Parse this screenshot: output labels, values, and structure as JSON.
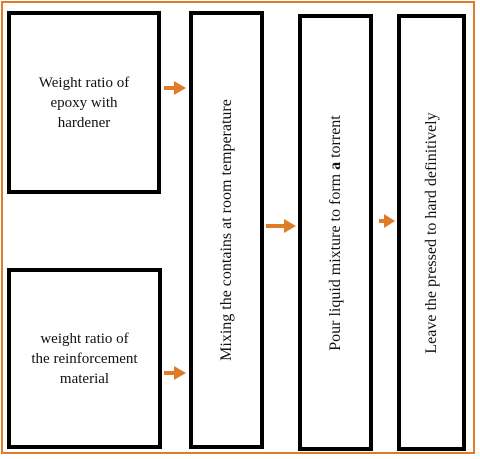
{
  "steps": {
    "epoxy": {
      "line1": "Weight ratio of",
      "line2": "epoxy with",
      "line3": "hardener"
    },
    "reinforcement": {
      "line1": "weight ratio of",
      "line2": "the reinforcement",
      "line3": "material"
    },
    "mix": {
      "label": "Mixing the contains at room temperature"
    },
    "pour": {
      "label_before": "Pour liquid mixture to form ",
      "label_bold": "a",
      "label_after": " torrent"
    },
    "leave": {
      "label": "Leave the pressed to hard definitively"
    }
  },
  "colors": {
    "frame": "#e07b28",
    "arrow": "#e07b28",
    "box_border": "#000000"
  }
}
